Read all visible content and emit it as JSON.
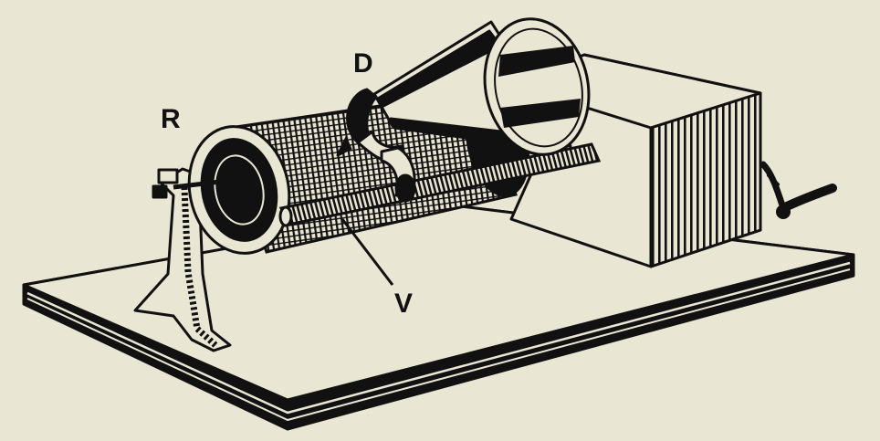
{
  "figure": {
    "labels": {
      "r": "R",
      "d": "D",
      "v": "V"
    }
  },
  "colors": {
    "paper": "#e9e6d4",
    "ink": "#111111"
  },
  "icons": {
    "base": "wooden-base-board",
    "support": "bracket-stand",
    "cylinder": "grooved-cylinder",
    "axle": "threaded-screw-axle",
    "diaphragm": "diaphragm-clamp",
    "horn": "conical-horn",
    "box": "mechanism-box",
    "crank": "hand-crank"
  }
}
